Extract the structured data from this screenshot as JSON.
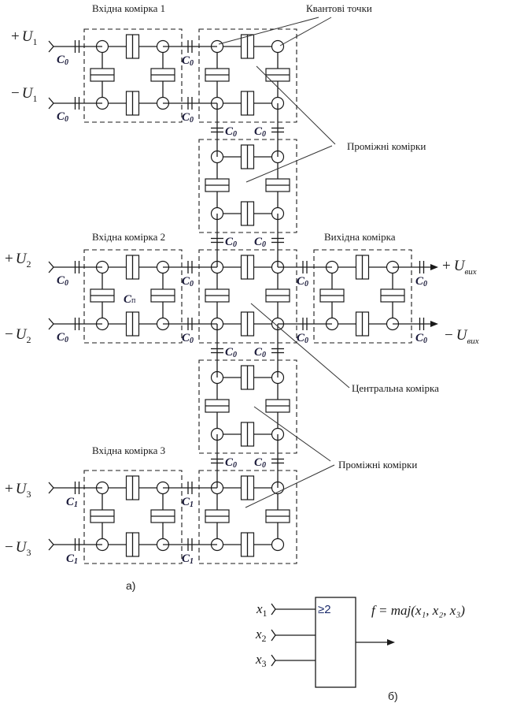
{
  "figure_a": {
    "caption": "а)",
    "labels": {
      "input_cell_1": "Вхідна комірка 1",
      "input_cell_2": "Вхідна комірка 2",
      "input_cell_3": "Вхідна комірка 3",
      "output_cell": "Вихідна комірка",
      "quantum_dots": "Квантові точки",
      "intermediate_cells_top": "Проміжні комірки",
      "central_cell": "Центральна комірка",
      "intermediate_cells_bottom": "Проміжні комірки"
    },
    "inputs": [
      {
        "sign": "+",
        "symbol": "U",
        "index": "1"
      },
      {
        "sign": "−",
        "symbol": "U",
        "index": "1"
      },
      {
        "sign": "+",
        "symbol": "U",
        "index": "2"
      },
      {
        "sign": "−",
        "symbol": "U",
        "index": "2"
      },
      {
        "sign": "+",
        "symbol": "U",
        "index": "3"
      },
      {
        "sign": "−",
        "symbol": "U",
        "index": "3"
      }
    ],
    "outputs": [
      {
        "sign": "+",
        "symbol": "U",
        "index": "вих"
      },
      {
        "sign": "−",
        "symbol": "U",
        "index": "вих"
      }
    ],
    "capacitor_labels": {
      "c0": "C",
      "c0_sub": "0",
      "c1": "C",
      "c1_sub": "1",
      "cp": "C",
      "cp_sub": "п"
    }
  },
  "figure_b": {
    "caption": "б)",
    "gate_label": "≥2",
    "inputs": [
      {
        "symbol": "x",
        "index": "1"
      },
      {
        "symbol": "x",
        "index": "2"
      },
      {
        "symbol": "x",
        "index": "3"
      }
    ],
    "function": "f = maj(x₁, x₂, x₃)"
  }
}
